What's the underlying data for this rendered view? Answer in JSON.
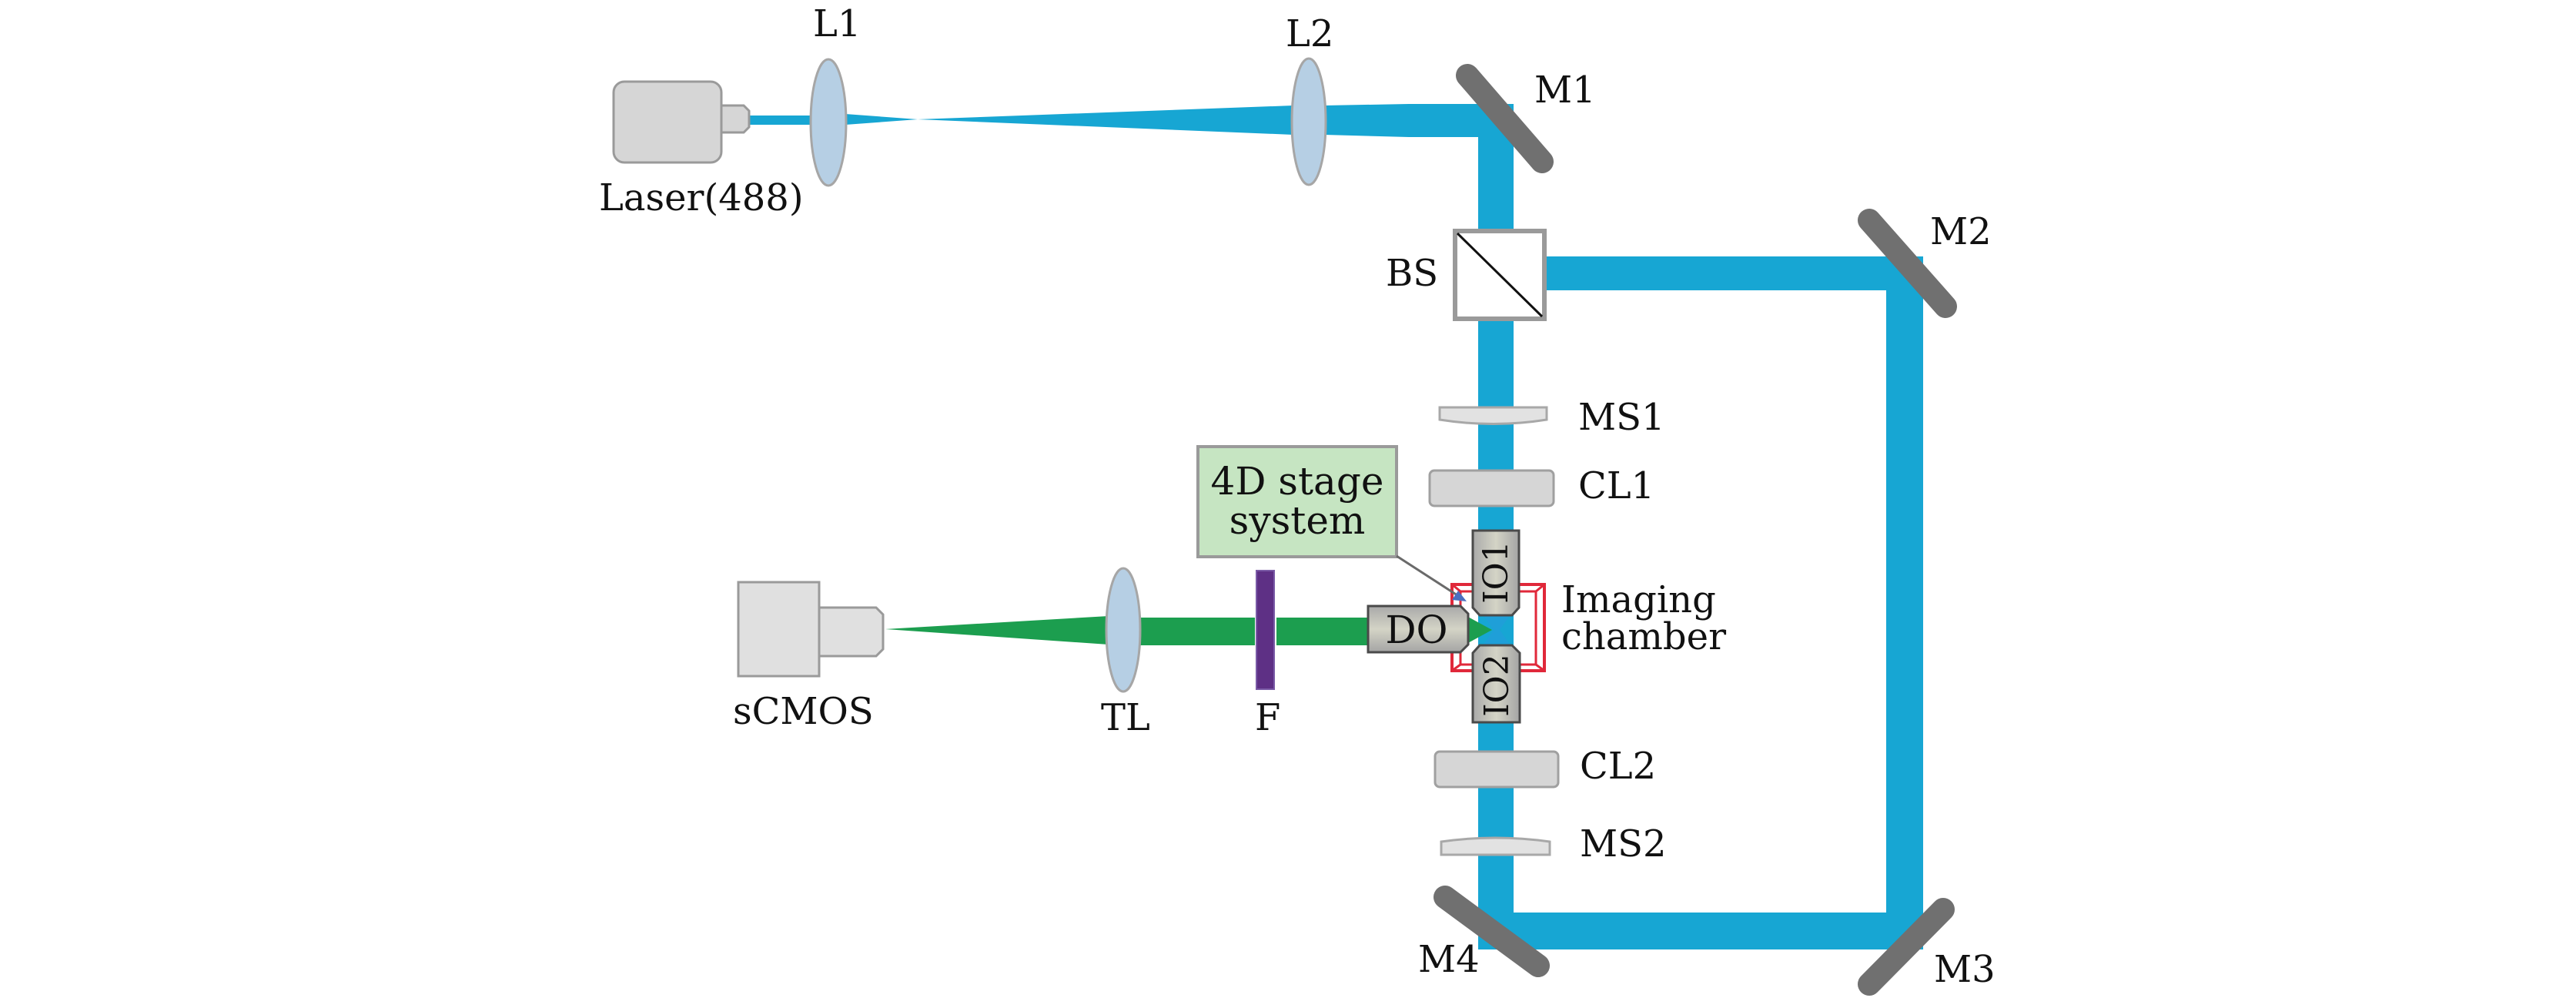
{
  "diagram": {
    "title": "Light-sheet microscope optical setup",
    "components": {
      "laser": "Laser(488)",
      "l1": "L1",
      "l2": "L2",
      "m1": "M1",
      "m2": "M2",
      "m3": "M3",
      "m4": "M4",
      "bs": "BS",
      "ms1": "MS1",
      "ms2": "MS2",
      "cl1": "CL1",
      "cl2": "CL2",
      "io1": "IO1",
      "io2": "IO2",
      "do": "DO",
      "filter": "F",
      "tube_lens": "TL",
      "camera": "sCMOS",
      "stage_line1": "4D stage",
      "stage_line2": "system",
      "chamber_line1": "Imaging",
      "chamber_line2": "chamber"
    },
    "colors": {
      "excitation_beam": "#17a6d3",
      "emission_beam": "#1c9e4f",
      "mirror": "#707070",
      "lens": "#b6cfe4",
      "filter": "#5e3085",
      "stage_box": "#c6e5c2",
      "chamber": "#e0283a"
    }
  }
}
